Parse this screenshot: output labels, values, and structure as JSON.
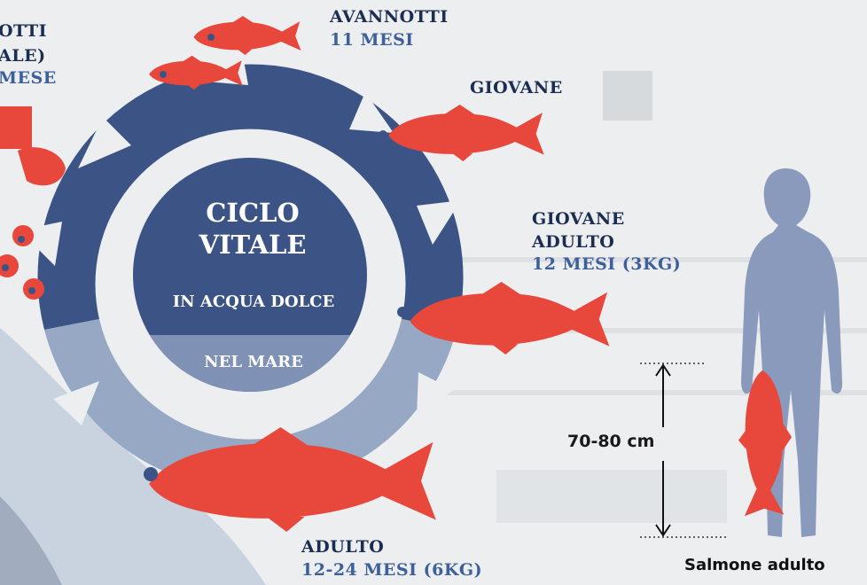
{
  "labels": {
    "avannotti": {
      "title": "AVANNOTTI",
      "age": "11 MESI"
    },
    "giovane": {
      "title": "GIOVANE"
    },
    "giovane_adulto": {
      "line1": "GIOVANE",
      "line2": "ADULTO",
      "age": "12 MESI (3KG)"
    },
    "adulto": {
      "title": "ADULTO",
      "age": "12-24 MESI (6KG)"
    },
    "left_partial": {
      "line1": "OTTI",
      "line2": "ALE)",
      "line3": "MESE"
    }
  },
  "center": {
    "title_line1": "CICLO",
    "title_line2": "VITALE",
    "freshwater": "IN ACQUA DOLCE",
    "sea": "NEL MARE"
  },
  "comparison": {
    "measure": "70-80 cm",
    "caption": "Salmone adulto"
  },
  "colors": {
    "fish": "#e8473c",
    "ring_dark": "#3c5485",
    "ring_light": "#96a8c4",
    "silhouette": "#8a9abc",
    "label_dark": "#1c2d52",
    "label_blue": "#3d5f9a"
  }
}
